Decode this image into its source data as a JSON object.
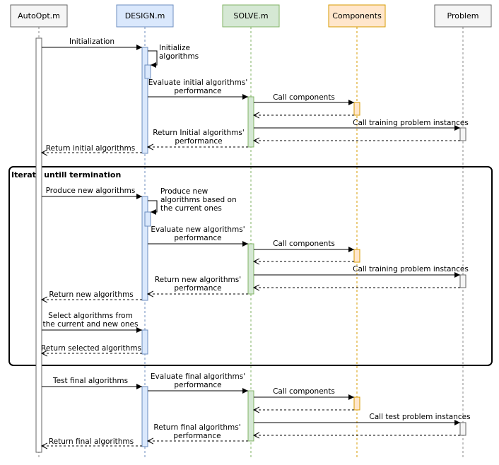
{
  "participants": [
    {
      "id": "autoopt",
      "label": "AutoOpt.m",
      "fill": "#f5f5f5",
      "stroke": "#666666",
      "line": "#888888",
      "act_fill": "#ffffff",
      "act_stroke": "#666666"
    },
    {
      "id": "design",
      "label": "DESIGN.m",
      "fill": "#dae8fc",
      "stroke": "#6c8ebf",
      "line": "#6c8ebf",
      "act_fill": "#dae8fc",
      "act_stroke": "#6c8ebf"
    },
    {
      "id": "solve",
      "label": "SOLVE.m",
      "fill": "#d5e8d4",
      "stroke": "#82b366",
      "line": "#82b366",
      "act_fill": "#d5e8d4",
      "act_stroke": "#82b366"
    },
    {
      "id": "components",
      "label": "Components",
      "fill": "#ffe6cc",
      "stroke": "#d79b00",
      "line": "#d79b00",
      "act_fill": "#ffe6cc",
      "act_stroke": "#d79b00"
    },
    {
      "id": "problem",
      "label": "Problem",
      "fill": "#f5f5f5",
      "stroke": "#666666",
      "line": "#888888",
      "act_fill": "#f5f5f5",
      "act_stroke": "#666666"
    }
  ],
  "loop": {
    "title": "Iterate untill termination"
  },
  "messages": {
    "init": "Initialization",
    "init_algos": [
      "Initialize",
      "algorithms"
    ],
    "eval_initial": [
      "Evaluate initial algorithms'",
      "performance"
    ],
    "call_components_1": "Call components",
    "call_training_1": "Call training problem instances",
    "return_initial_perf": [
      "Return Initial algorithms'",
      "performance"
    ],
    "return_initial_algos": "Return initial algorithms",
    "produce_new": "Produce new algorithms",
    "produce_new_self": [
      "Produce new",
      "algorithms based on",
      "the current ones"
    ],
    "eval_new": [
      "Evaluate new algorithms'",
      "performance"
    ],
    "call_components_2": "Call components",
    "call_training_2": "Call training problem instances",
    "return_new_perf": [
      "Return new algorithms'",
      "performance"
    ],
    "return_new_algos": "Return new algorithms",
    "select_algos": [
      "Select algorithms from",
      "the current and new ones"
    ],
    "return_selected": "Return selected algorithms",
    "test_final": "Test final algorithms",
    "eval_final": [
      "Evaluate final algorithms'",
      "performance"
    ],
    "call_components_3": "Call components",
    "call_test": "Call test problem instances",
    "return_final_perf": [
      "Return final algorithms'",
      "performance"
    ],
    "return_final_algos": "Return final algorithms"
  }
}
